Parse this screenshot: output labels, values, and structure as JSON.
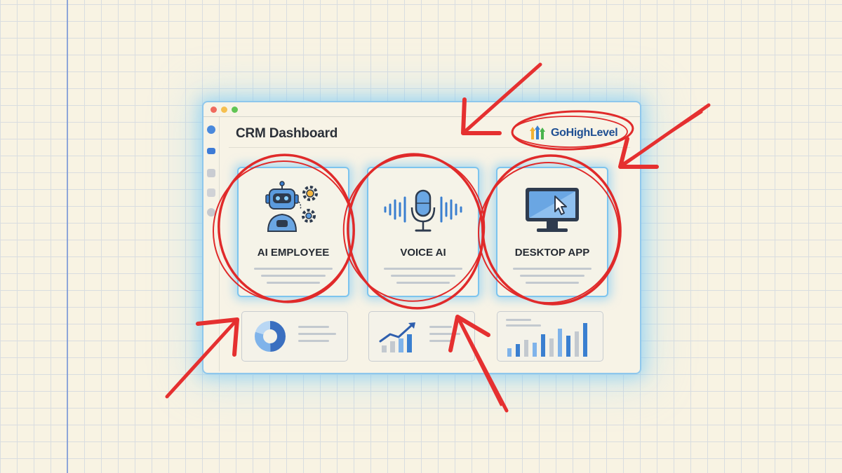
{
  "window": {
    "title": "CRM Dashboard"
  },
  "brand": {
    "name": "GoHighLevel"
  },
  "cards": [
    {
      "label": "AI EMPLOYEE",
      "icon": "robot-with-gears-icon"
    },
    {
      "label": "VOICE AI",
      "icon": "microphone-soundwave-icon"
    },
    {
      "label": "DESKTOP APP",
      "icon": "monitor-cursor-icon"
    }
  ],
  "widgets": [
    {
      "icon": "donut-chart-icon"
    },
    {
      "icon": "trend-line-chart-icon"
    },
    {
      "icon": "bar-chart-icon"
    }
  ],
  "colors": {
    "annotation": "#e02a2a",
    "glow": "#8fc7ec",
    "accent_blue": "#3a7fd0",
    "background": "#f8f3e3"
  }
}
